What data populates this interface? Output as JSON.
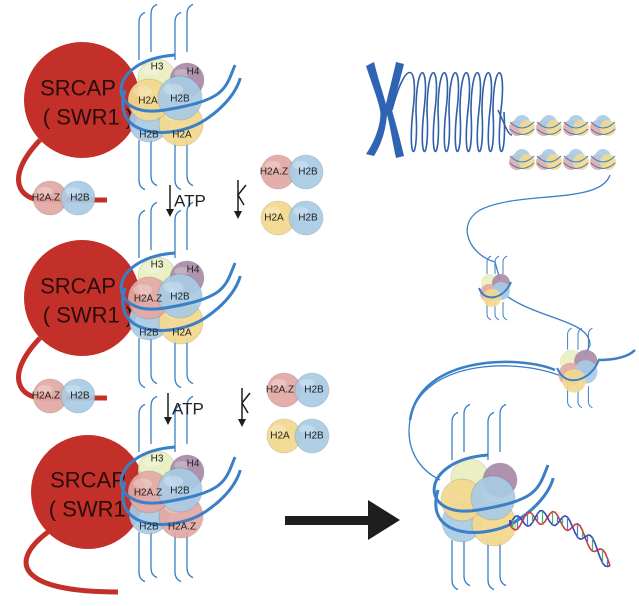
{
  "colors": {
    "srcap": "#c3302a",
    "dna": "#3b7fc6",
    "H2A": "#f3d98e",
    "H2A.Z": "#e2a9a3",
    "H2B": "#a9cbe4",
    "H3": "#e9eec0",
    "H4": "#a98aa8",
    "arrow": "#1d1d1d"
  },
  "stages": [
    {
      "enzyme": "SRCAP",
      "enzyme_sub": "( SWR1 )",
      "histones": {
        "h3": "H3",
        "h4": "H4",
        "front_left": "H2A",
        "front_right": "H2B",
        "bottom_left": "H2B",
        "bottom_right": "H2A"
      },
      "bound_dimer": [
        "H2A.Z",
        "H2B"
      ]
    },
    {
      "enzyme": "SRCAP",
      "enzyme_sub": "( SWR1 )",
      "histones": {
        "h3": "H3",
        "h4": "H4",
        "front_left": "H2A.Z",
        "front_right": "H2B",
        "bottom_left": "H2B",
        "bottom_right": "H2A"
      },
      "bound_dimer": [
        "H2A.Z",
        "H2B"
      ]
    },
    {
      "enzyme": "SRCAP",
      "enzyme_sub": "( SWR1 )",
      "histones": {
        "h3": "H3",
        "h4": "H4",
        "front_left": "H2A.Z",
        "front_right": "H2B",
        "bottom_left": "H2B",
        "bottom_right": "H2A.Z"
      },
      "bound_dimer": []
    }
  ],
  "steps": [
    {
      "label": "ATP",
      "dimers": [
        [
          "H2A.Z",
          "H2B"
        ],
        [
          "H2A",
          "H2B"
        ]
      ]
    },
    {
      "label": "ATP",
      "dimers": [
        [
          "H2A.Z",
          "H2B"
        ],
        [
          "H2A",
          "H2B"
        ]
      ]
    }
  ]
}
